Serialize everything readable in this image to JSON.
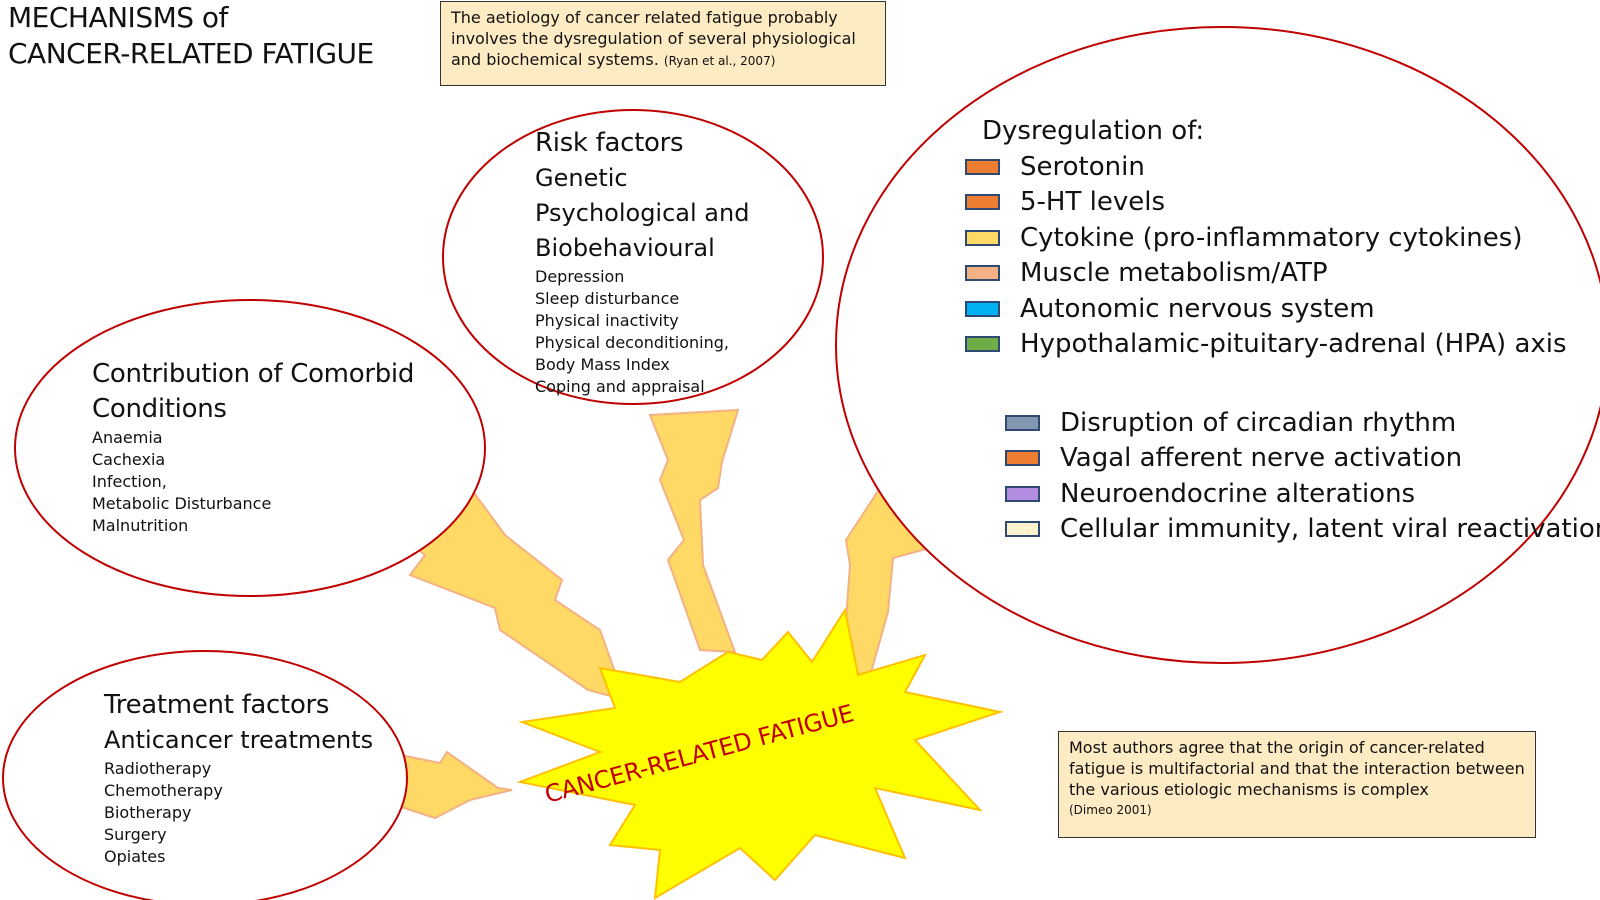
{
  "title": {
    "line1": "MECHANISMS of",
    "line2": "CANCER-RELATED FATIGUE"
  },
  "note_top": {
    "text": "The aetiology of cancer related fatigue probably involves the dysregulation of several physiological and biochemical systems.",
    "citation": "(Ryan et al., 2007)"
  },
  "risk_factors": {
    "heading": "Risk factors",
    "sub1": "Genetic",
    "sub2": "Psychological and",
    "sub3": "Biobehavioural",
    "items": [
      "Depression",
      "Sleep disturbance",
      "Physical inactivity",
      "Physical deconditioning,",
      "Body Mass Index",
      "Coping and appraisal"
    ]
  },
  "comorbid": {
    "heading1": "Contribution of Comorbid",
    "heading2": "Conditions",
    "items": [
      "Anaemia",
      "Cachexia",
      "Infection,",
      "Metabolic Disturbance",
      "Malnutrition"
    ]
  },
  "treatment": {
    "heading": "Treatment factors",
    "sub": "Anticancer treatments",
    "items": [
      "Radiotherapy",
      "Chemotherapy",
      "Biotherapy",
      "Surgery",
      "Opiates"
    ]
  },
  "dysregulation": {
    "title_bold": "Dysregulation",
    "title_rest": " of:",
    "group1": [
      {
        "label": "Serotonin",
        "color": "#ed7d31"
      },
      {
        "label": "5-HT levels",
        "color": "#ed7d31"
      },
      {
        "label": "Cytokine (pro-inflammatory cytokines)",
        "color": "#ffd966"
      },
      {
        "label": "Muscle metabolism/ATP",
        "color": "#f4b183"
      },
      {
        "label": "Autonomic nervous system",
        "color": "#00b0f0"
      },
      {
        "label": "Hypothalamic-pituitary-adrenal (HPA) axis",
        "color": "#70ad47"
      }
    ],
    "group2": [
      {
        "label": "Disruption of circadian rhythm",
        "color": "#8497b0"
      },
      {
        "label": "Vagal afferent nerve activation",
        "color": "#ed7d31"
      },
      {
        "label": "Neuroendocrine alterations",
        "color": "#b38ee0"
      },
      {
        "label": "Cellular immunity, latent viral reactivation",
        "color": "#fff2cc"
      }
    ]
  },
  "center": {
    "label": "CANCER-RELATED FATIGUE"
  },
  "note_bottom": {
    "text": "Most authors agree that the origin of cancer-related fatigue is multifactorial and that the interaction between the various etiologic mechanisms is complex",
    "citation": "(Dimeo 2001)"
  },
  "colors": {
    "ellipse_border": "#c00000",
    "bolt_fill": "#ffd966",
    "bolt_stroke": "#f4b183",
    "star_fill": "#ffff00",
    "star_stroke": "#ffc000",
    "note_fill": "#fdebc4",
    "center_text": "#c00000"
  }
}
